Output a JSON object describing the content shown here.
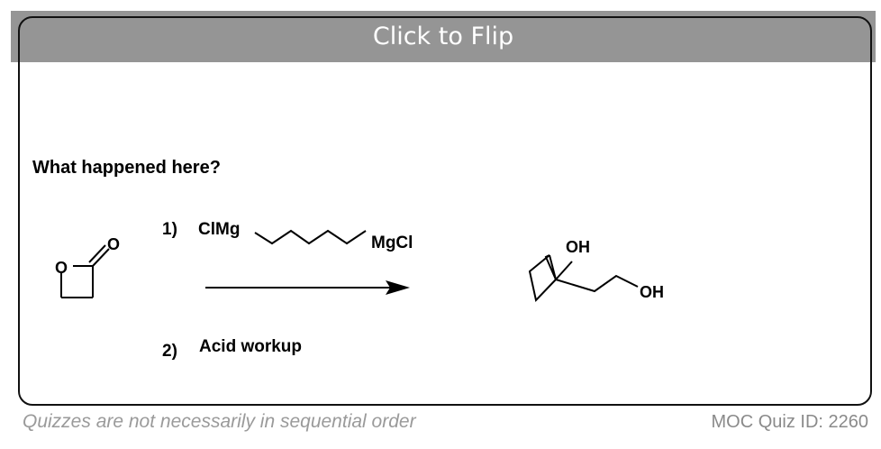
{
  "header": {
    "flip_label": "Click to Flip"
  },
  "question": "What happened here?",
  "reaction": {
    "step1_number": "1)",
    "step1_reagent_left": "ClMg",
    "step1_reagent_right": "MgCl",
    "step2_number": "2)",
    "step2_text": "Acid workup",
    "reactant_atoms": {
      "ring_oxygen": "O",
      "carbonyl_oxygen": "O"
    },
    "product_atoms": {
      "tertiary_hydroxyl": "OH",
      "primary_hydroxyl": "OH"
    }
  },
  "footer": {
    "note": "Quizzes are not necessarily in sequential order",
    "quiz_id": "MOC Quiz ID: 2260"
  }
}
